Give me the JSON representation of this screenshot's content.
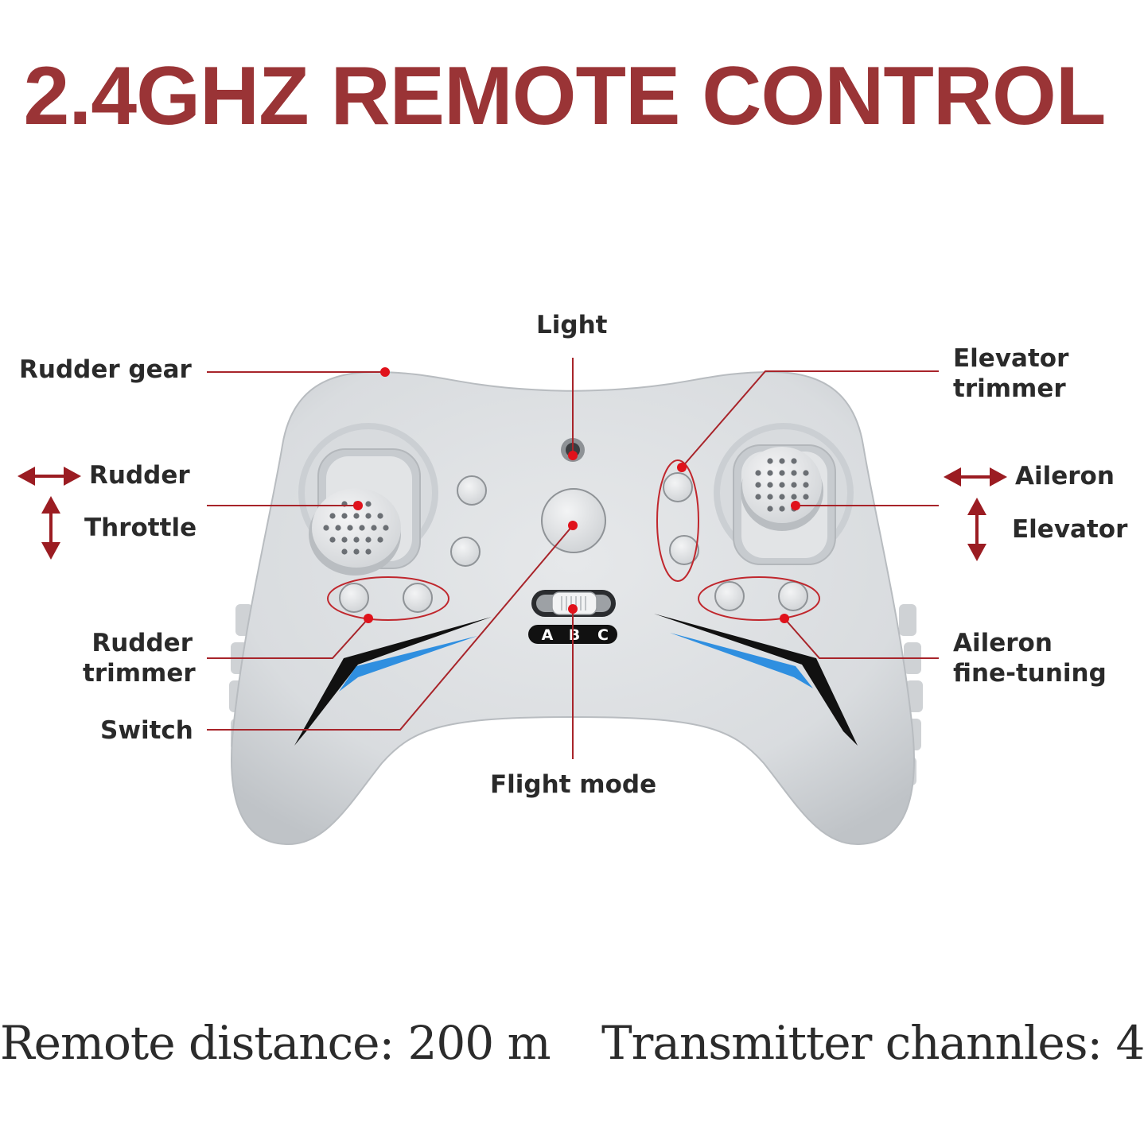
{
  "title": "2.4GHZ REMOTE CONTROL",
  "colors": {
    "title": "#9a3436",
    "body": "#dde0e3",
    "body_shade": "#c4c8cc",
    "leader": "#a8242a",
    "dot": "#e0121b",
    "accent_blue": "#2f8fe0",
    "accent_black": "#111111"
  },
  "labels": {
    "light": "Light",
    "rudder_gear": "Rudder gear",
    "elevator_trimmer": "Elevator\ntrimmer",
    "rudder": "Rudder",
    "throttle": "Throttle",
    "aileron": "Aileron",
    "elevator": "Elevator",
    "rudder_trimmer": "Rudder\ntrimmer",
    "aileron_fine_tuning": "Aileron\nfine-tuning",
    "switch": "Switch",
    "flight_mode": "Flight mode"
  },
  "mode_switch": {
    "positions": [
      "A",
      "B",
      "C"
    ]
  },
  "footer": {
    "remote_distance": "Remote distance: 200 m",
    "transmitter_channels": "Transmitter channles: 4"
  },
  "icons": [
    "horizontal-arrow-icon",
    "vertical-arrow-icon"
  ]
}
